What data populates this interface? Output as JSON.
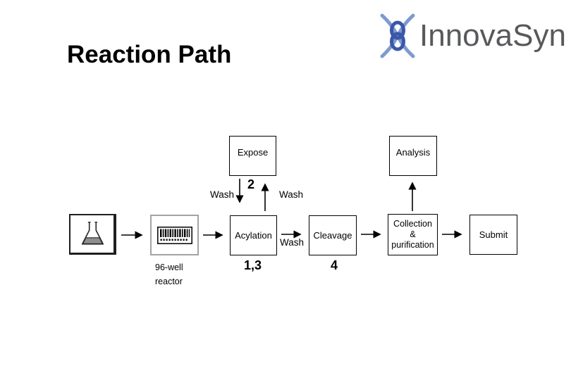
{
  "title": "Reaction Path",
  "logo": {
    "text": "InnovaSyn",
    "mark_icon": "innovasyn-twin-curve-mark",
    "text_color": "#58595b",
    "mark_light_blue": "#7d9bd1",
    "mark_dark_blue": "#3b57a8"
  },
  "diagram": {
    "line_color": "#000000",
    "boxes": {
      "expose": "Expose",
      "analysis": "Analysis",
      "acylation": "Acylation",
      "cleavage": "Cleavage",
      "collection": "Collection\n&\npurification",
      "submit": "Submit"
    },
    "icons": {
      "flask": "erlenmeyer-flask-icon",
      "reactor": "96-well-plate-icon"
    },
    "reactor_caption": "96-well\nreactor",
    "labels": {
      "wash_down": "Wash",
      "wash_up": "Wash",
      "wash_between": "Wash",
      "step_2": "2",
      "step_1_3": "1,3",
      "step_4": "4"
    }
  }
}
